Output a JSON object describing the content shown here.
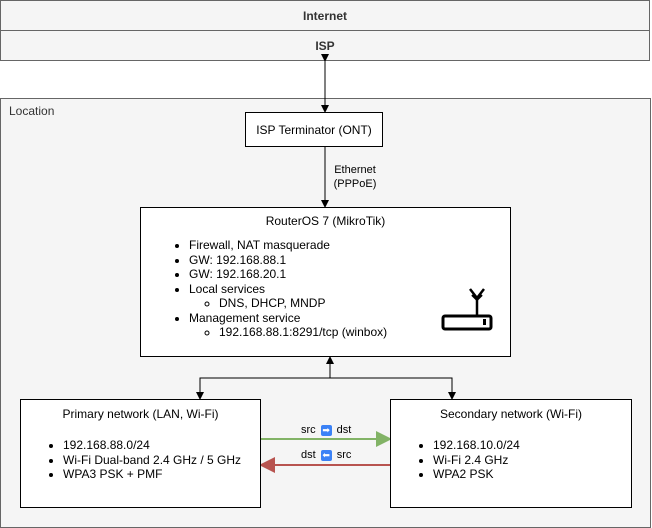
{
  "bands": {
    "internet": "Internet",
    "isp": "ISP"
  },
  "location": {
    "label": "Location"
  },
  "ont": {
    "label": "ISP Terminator (ONT)"
  },
  "link_ont_router": {
    "line1": "Ethernet",
    "line2": "(PPPoE)"
  },
  "router": {
    "title": "RouterOS 7 (MikroTik)",
    "items": [
      "Firewall, NAT masquerade",
      "GW: 192.168.88.1",
      "GW: 192.168.20.1",
      "Local services",
      "Management service"
    ],
    "local_services_sub": "DNS, DHCP, MNDP",
    "management_sub": "192.168.88.1:8291/tcp (winbox)",
    "icon": "wifi-router-icon"
  },
  "primary": {
    "title": "Primary network (LAN, Wi-Fi)",
    "items": [
      "192.168.88.0/24",
      "Wi-Fi Dual-band 2.4 GHz / 5 GHz",
      "WPA3 PSK + PMF"
    ]
  },
  "secondary": {
    "title": "Secondary network (Wi-Fi)",
    "items": [
      "192.168.10.0/24",
      "Wi-Fi 2.4 GHz",
      "WPA2 PSK"
    ]
  },
  "flows": {
    "forward": {
      "left": "src",
      "arrow": "➡",
      "right": "dst",
      "color": "#82b366"
    },
    "backward": {
      "left": "dst",
      "arrow": "⬅",
      "right": "src",
      "color": "#b85450"
    }
  }
}
